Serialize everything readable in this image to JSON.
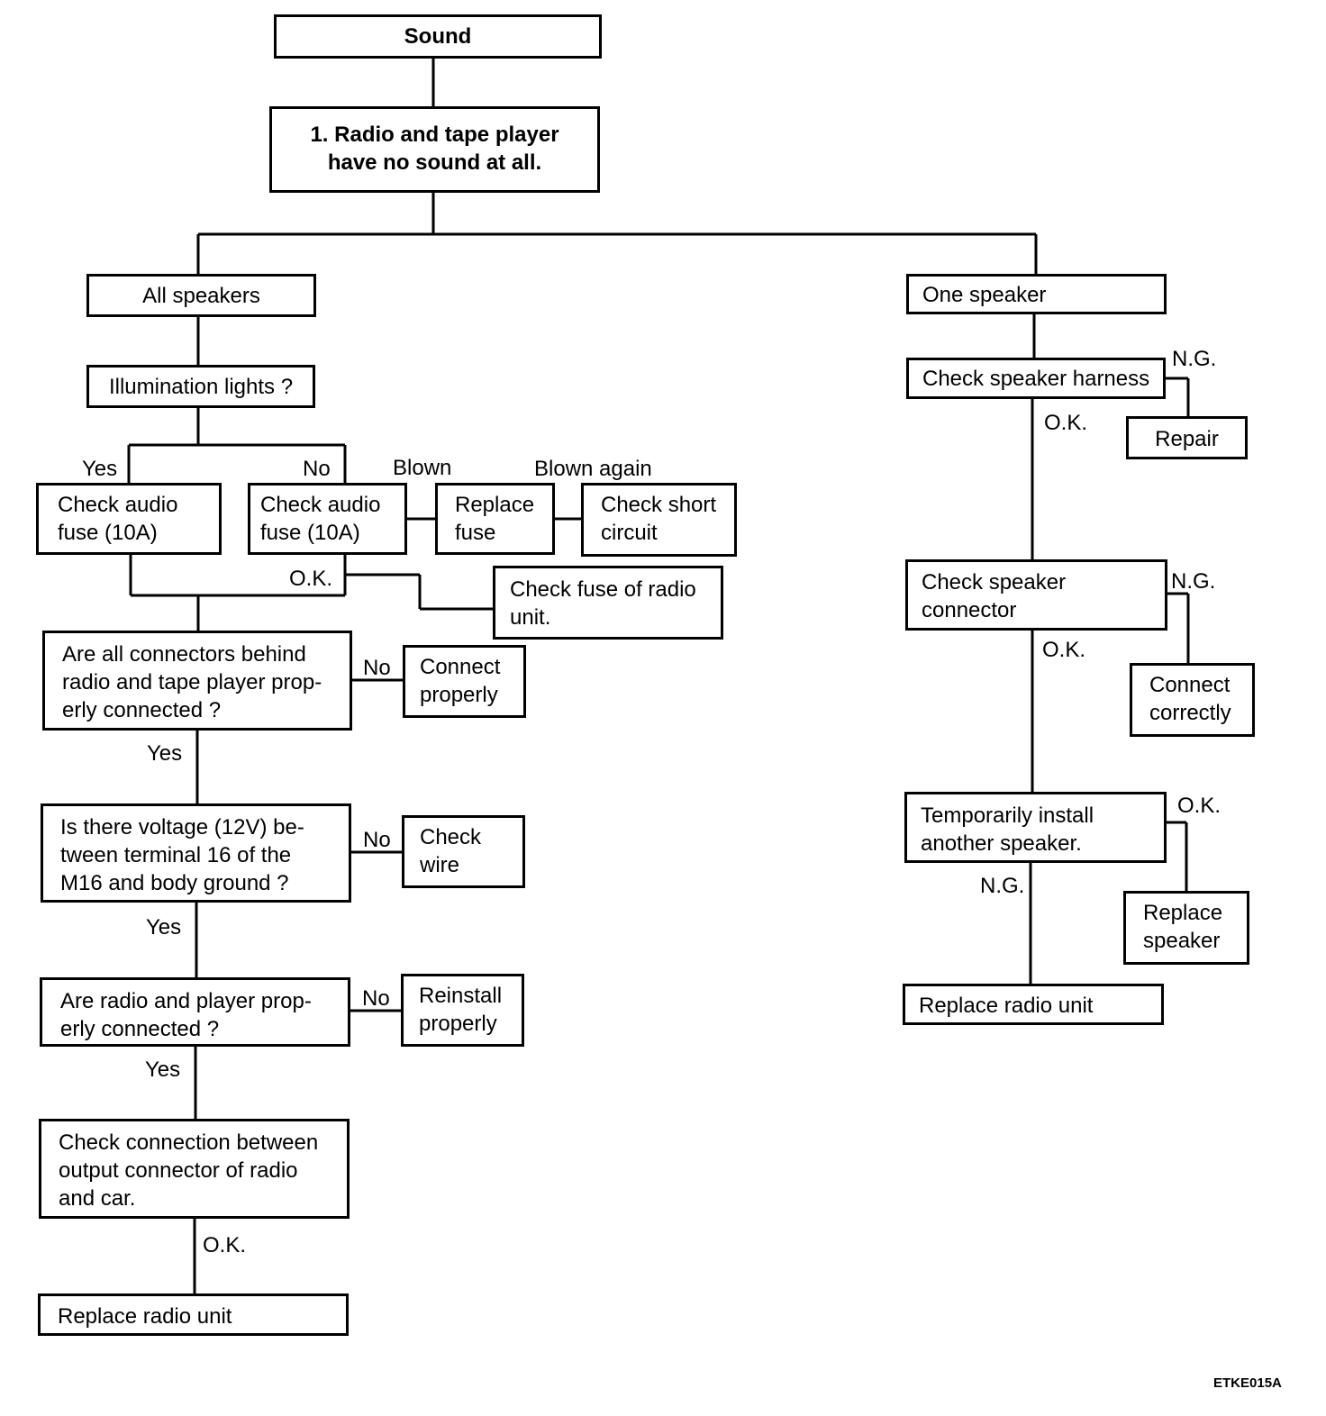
{
  "boxes": {
    "sound": "Sound",
    "no_sound": "1. Radio and tape player\nhave no sound at all.",
    "all_speakers": "All speakers",
    "illumination": "Illumination lights ?",
    "check_fuse_yes": "Check audio\nfuse (10A)",
    "check_fuse_no": "Check audio\nfuse (10A)",
    "replace_fuse": "Replace\nfuse",
    "check_short": "Check short\ncircuit",
    "check_fuse_radio": "Check fuse of radio\nunit.",
    "connectors_q": "Are all connectors behind\nradio and tape player prop-\nerly connected ?",
    "connect_properly": "Connect\nproperly",
    "voltage_q": "Is there voltage (12V) be-\ntween terminal 16 of the\nM16 and body ground ?",
    "check_wire": "Check\nwire",
    "radio_player_q": "Are radio and player prop-\nerly connected ?",
    "reinstall": "Reinstall\nproperly",
    "check_connection": "Check connection between\noutput connector of radio\nand car.",
    "replace_radio_left": "Replace radio unit",
    "one_speaker": "One speaker",
    "check_harness": "Check speaker harness",
    "repair": "Repair",
    "check_connector": "Check speaker\nconnector",
    "connect_correctly": "Connect\ncorrectly",
    "temp_install": "Temporarily install\nanother speaker.",
    "replace_speaker": "Replace\nspeaker",
    "replace_radio_right": "Replace radio unit"
  },
  "labels": {
    "yes_illum": "Yes",
    "no_illum": "No",
    "blown": "Blown",
    "blown_again": "Blown again",
    "ok_fuse": "O.K.",
    "no_connectors": "No",
    "yes_connectors": "Yes",
    "no_voltage": "No",
    "yes_voltage": "Yes",
    "no_radio": "No",
    "yes_radio": "Yes",
    "ok_connection": "O.K.",
    "ng_harness": "N.G.",
    "ok_harness": "O.K.",
    "ng_connector": "N.G.",
    "ok_connector": "O.K.",
    "ok_temp": "O.K.",
    "ng_temp": "N.G."
  },
  "figure_code": "ETKE015A"
}
